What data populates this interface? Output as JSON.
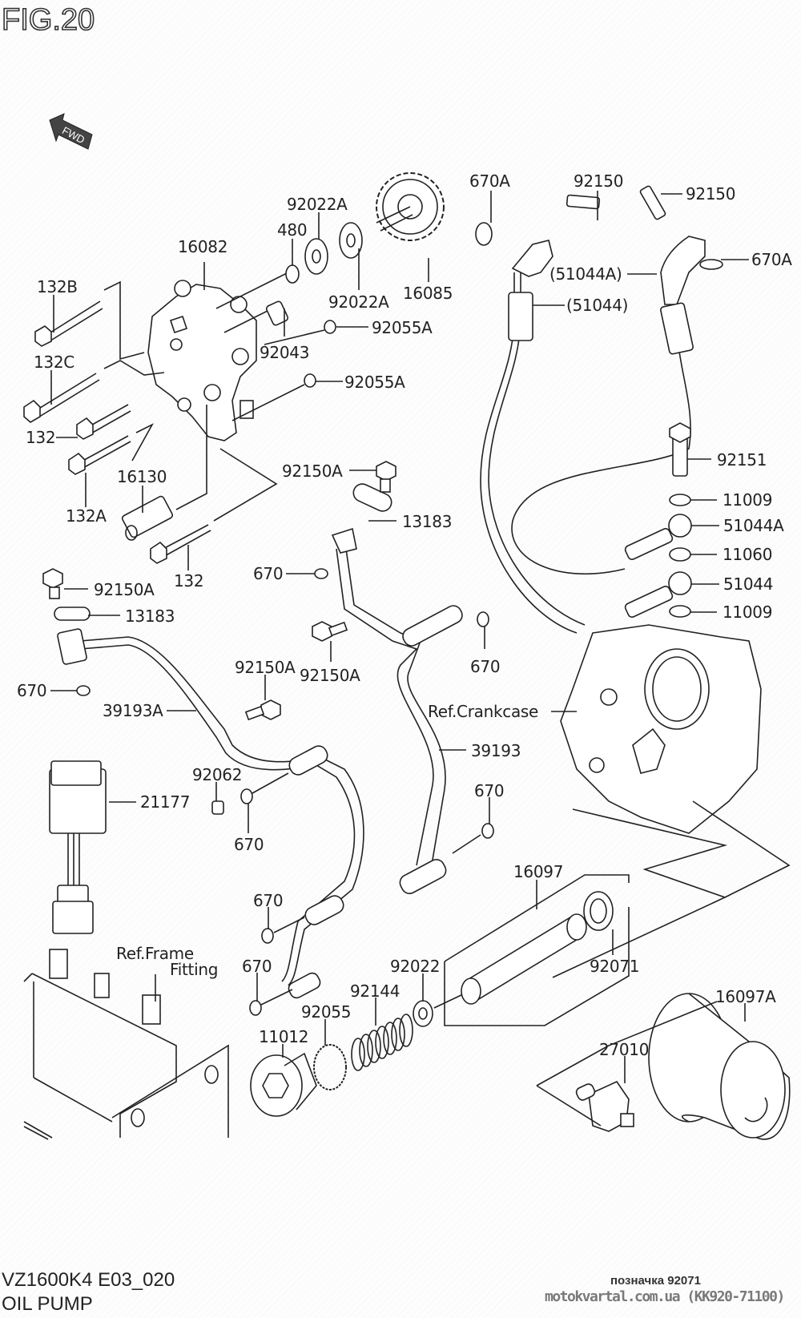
{
  "figure": {
    "title": "FIG.20",
    "direction_marker": "FWD",
    "model_code": "VZ1600K4 E03_020",
    "section_name": "OIL PUMP"
  },
  "watermark": {
    "line1": "позначка 92071",
    "line2": "motokvartal.com.ua (KK920-71100)"
  },
  "part_labels": [
    {
      "id": "16082",
      "text": "16082"
    },
    {
      "id": "480",
      "text": "480"
    },
    {
      "id": "92022A-top",
      "text": "92022A"
    },
    {
      "id": "92022A-bottom",
      "text": "92022A"
    },
    {
      "id": "16085",
      "text": "16085"
    },
    {
      "id": "132B",
      "text": "132B"
    },
    {
      "id": "132C",
      "text": "132C"
    },
    {
      "id": "132-upper",
      "text": "132"
    },
    {
      "id": "132A",
      "text": "132A"
    },
    {
      "id": "92043",
      "text": "92043"
    },
    {
      "id": "92055A-upper",
      "text": "92055A"
    },
    {
      "id": "92055A-lower",
      "text": "92055A"
    },
    {
      "id": "16130",
      "text": "16130"
    },
    {
      "id": "132-lower",
      "text": "132"
    },
    {
      "id": "670A-left",
      "text": "670A"
    },
    {
      "id": "92150-left",
      "text": "92150"
    },
    {
      "id": "92150-right",
      "text": "92150"
    },
    {
      "id": "670A-right",
      "text": "670A"
    },
    {
      "id": "51044A-paren",
      "text": "(51044A)"
    },
    {
      "id": "51044-paren",
      "text": "(51044)"
    },
    {
      "id": "92151",
      "text": "92151"
    },
    {
      "id": "11009-upper",
      "text": "11009"
    },
    {
      "id": "51044A",
      "text": "51044A"
    },
    {
      "id": "11060",
      "text": "11060"
    },
    {
      "id": "51044",
      "text": "51044"
    },
    {
      "id": "11009-lower",
      "text": "11009"
    },
    {
      "id": "92150A-center",
      "text": "92150A"
    },
    {
      "id": "13183-center",
      "text": "13183"
    },
    {
      "id": "670-center",
      "text": "670"
    },
    {
      "id": "92150A-left",
      "text": "92150A"
    },
    {
      "id": "13183-left",
      "text": "13183"
    },
    {
      "id": "670-left",
      "text": "670"
    },
    {
      "id": "39193A",
      "text": "39193A"
    },
    {
      "id": "92150A-mid",
      "text": "92150A"
    },
    {
      "id": "92150A-mid2",
      "text": "92150A"
    },
    {
      "id": "670-pipe-top",
      "text": "670"
    },
    {
      "id": "ref-crankcase",
      "text": "Ref.Crankcase"
    },
    {
      "id": "39193",
      "text": "39193"
    },
    {
      "id": "670-pipe-bottom",
      "text": "670"
    },
    {
      "id": "92062",
      "text": "92062"
    },
    {
      "id": "21177",
      "text": "21177"
    },
    {
      "id": "670-mid",
      "text": "670"
    },
    {
      "id": "16097",
      "text": "16097"
    },
    {
      "id": "670-lower1",
      "text": "670"
    },
    {
      "id": "670-lower2",
      "text": "670"
    },
    {
      "id": "ref-frame-fitting-1",
      "text": "Ref.Frame"
    },
    {
      "id": "ref-frame-fitting-2",
      "text": "Fitting"
    },
    {
      "id": "92022",
      "text": "92022"
    },
    {
      "id": "92071",
      "text": "92071"
    },
    {
      "id": "92144",
      "text": "92144"
    },
    {
      "id": "92055",
      "text": "92055"
    },
    {
      "id": "16097A",
      "text": "16097A"
    },
    {
      "id": "11012",
      "text": "11012"
    },
    {
      "id": "27010",
      "text": "27010"
    }
  ]
}
